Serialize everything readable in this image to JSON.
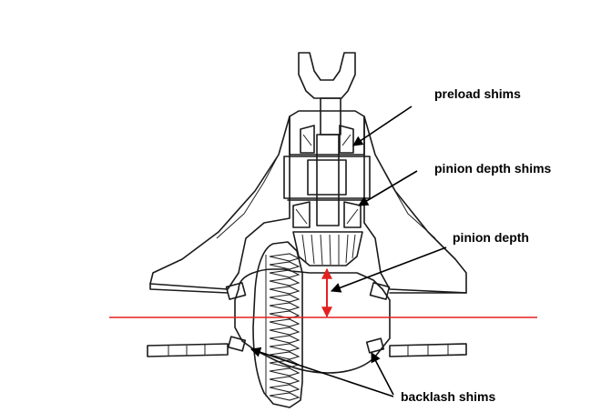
{
  "labels": {
    "preload_shims": "preload shims",
    "pinion_depth_shims": "pinion depth shims",
    "pinion_depth": "pinion depth",
    "backlash_shims": "backlash shims"
  },
  "colors": {
    "centerline": "#e32020",
    "dimension_arrow": "#e32020",
    "leader_arrow": "#000000",
    "ink": "#1a1a1a"
  }
}
